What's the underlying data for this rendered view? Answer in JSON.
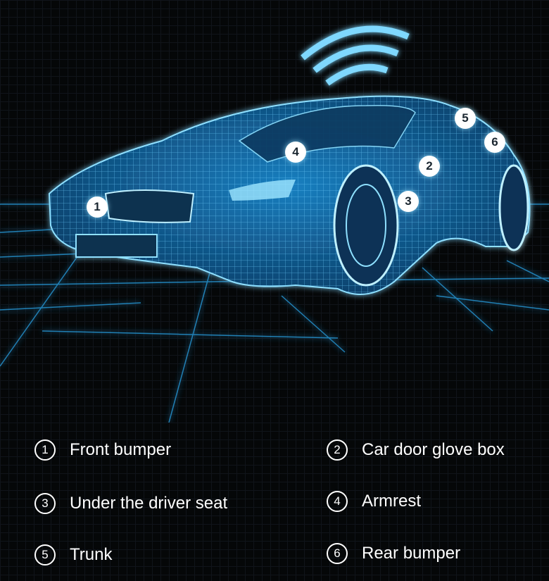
{
  "colors": {
    "background": "#050708",
    "wireframe": "#2ab4ff",
    "glow": "#7fd8ff",
    "text": "#ffffff"
  },
  "icons": [
    "wifi-signal-icon"
  ],
  "markers": [
    {
      "num": "1",
      "label": "Front bumper"
    },
    {
      "num": "2",
      "label": "Car door glove box"
    },
    {
      "num": "3",
      "label": "Under the driver seat"
    },
    {
      "num": "4",
      "label": "Armrest"
    },
    {
      "num": "5",
      "label": "Trunk"
    },
    {
      "num": "6",
      "label": "Rear bumper"
    }
  ]
}
